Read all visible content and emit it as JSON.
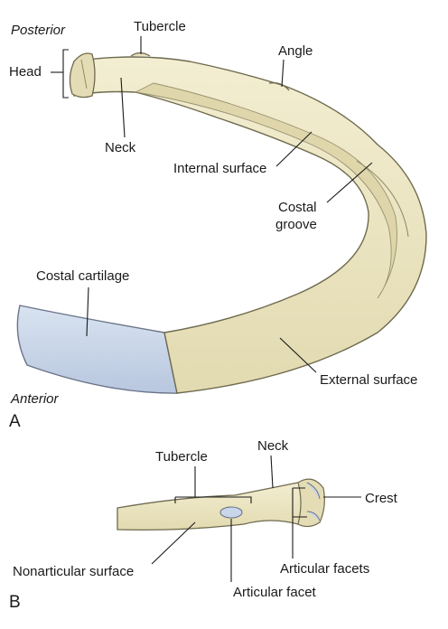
{
  "view_a": {
    "letter": "A",
    "orientation": {
      "posterior": "Posterior",
      "anterior": "Anterior"
    },
    "labels": {
      "tubercle": "Tubercle",
      "head": "Head",
      "angle": "Angle",
      "neck": "Neck",
      "internal_surface": "Internal surface",
      "costal_groove_line1": "Costal",
      "costal_groove_line2": "groove",
      "costal_cartilage": "Costal cartilage",
      "external_surface": "External surface"
    }
  },
  "view_b": {
    "letter": "B",
    "labels": {
      "tubercle": "Tubercle",
      "neck": "Neck",
      "crest": "Crest",
      "nonarticular_surface": "Nonarticular surface",
      "articular_facets": "Articular facets",
      "articular_facet": "Articular facet"
    }
  },
  "colors": {
    "bone": "#ece6c2",
    "bone_shade": "#cfc59a",
    "bone_outline": "#6e6a4e",
    "cartilage": "#c9d6ea",
    "cartilage_outline": "#6a7488"
  }
}
